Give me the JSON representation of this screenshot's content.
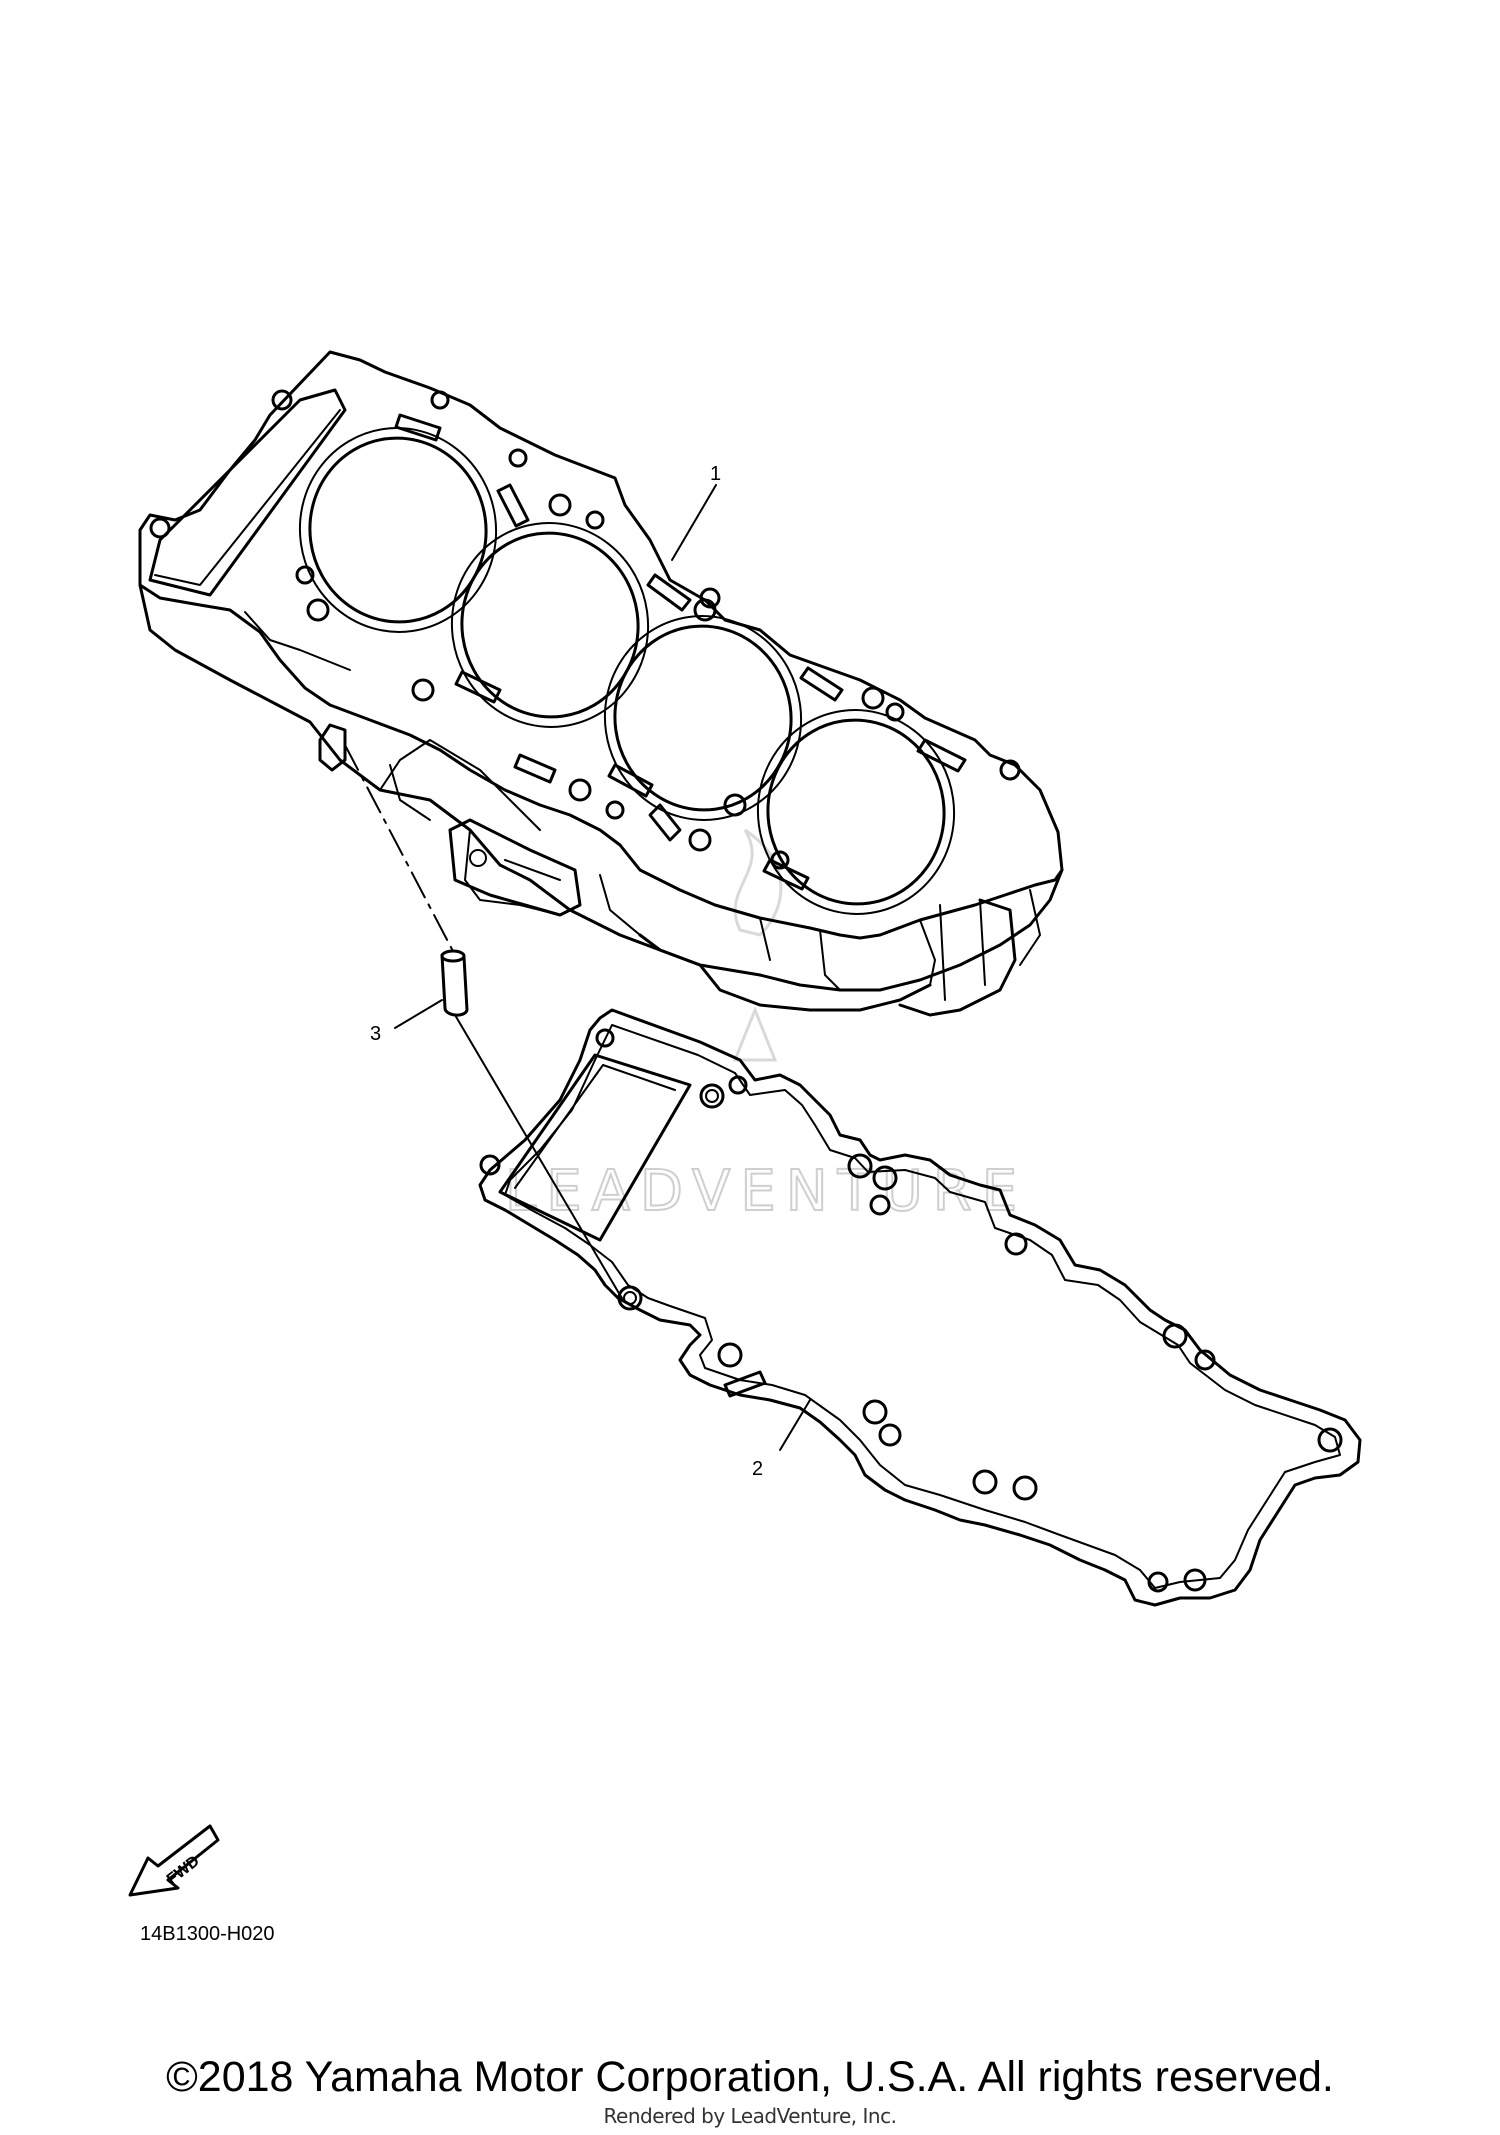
{
  "diagram": {
    "callouts": [
      {
        "id": "1",
        "label": "1",
        "part": "cylinder-block"
      },
      {
        "id": "2",
        "label": "2",
        "part": "cylinder-base-gasket"
      },
      {
        "id": "3",
        "label": "3",
        "part": "dowel-pin"
      }
    ],
    "fwd_label": "FWD",
    "figure_code": "14B1300-H020",
    "watermark": "LEADVENTURE"
  },
  "footer": {
    "copyright": "©2018 Yamaha Motor Corporation, U.S.A. All rights reserved.",
    "rendered_by": "Rendered by LeadVenture, Inc."
  },
  "colors": {
    "line": "#000000",
    "background": "#ffffff",
    "watermark": "#cfcfcf"
  }
}
